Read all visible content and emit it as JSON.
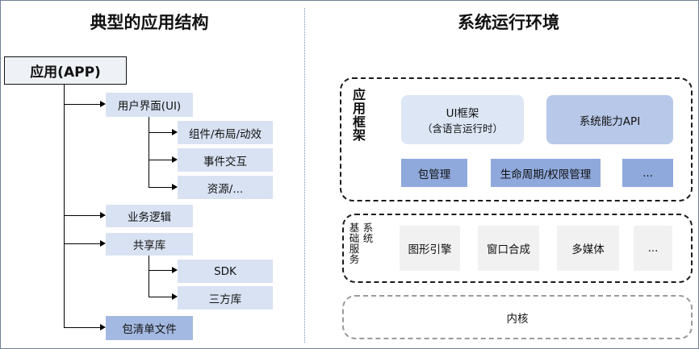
{
  "left": {
    "title": "典型的应用结构",
    "app": "应用(APP)",
    "items": {
      "ui": "用户界面(UI)",
      "ui_children": [
        "组件/布局/动效",
        "事件交互",
        "资源/..."
      ],
      "logic": "业务逻辑",
      "shared": "共享库",
      "shared_children": [
        "SDK",
        "三方库"
      ],
      "manifest": "包清单文件"
    }
  },
  "right": {
    "title": "系统运行环境",
    "framework": {
      "label": [
        "应",
        "用",
        "框",
        "架"
      ],
      "ui_line1": "UI框架",
      "ui_line2": "（含语言运行时）",
      "sys_api": "系统能力API",
      "pkg": "包管理",
      "lifecycle": "生命周期/权限管理",
      "more": "..."
    },
    "services": {
      "label": [
        "基",
        "础",
        "服",
        "务"
      ],
      "label2": [
        "系",
        "统"
      ],
      "items": [
        "图形引擎",
        "窗口合成",
        "多媒体",
        "..."
      ]
    },
    "kernel": "内核"
  }
}
